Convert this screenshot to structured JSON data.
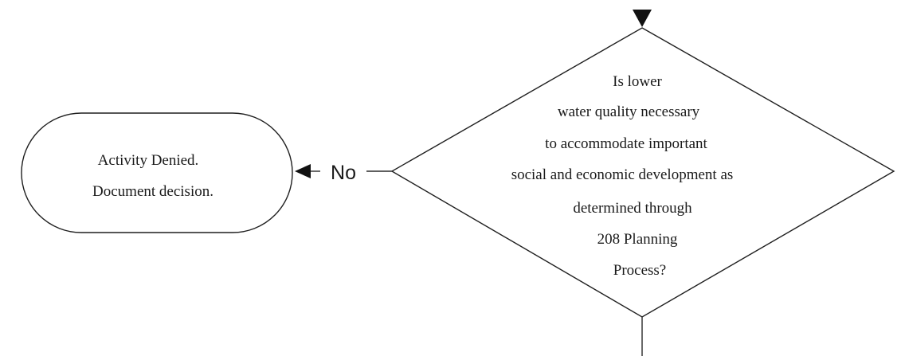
{
  "decision": {
    "lines": [
      "Is lower",
      "water quality necessary",
      "to accommodate important",
      "social and economic development as",
      "determined through",
      "208 Planning",
      "Process?"
    ]
  },
  "outcome": {
    "lines": [
      "Activity Denied.",
      "Document decision."
    ]
  },
  "branch": {
    "label": "No"
  }
}
